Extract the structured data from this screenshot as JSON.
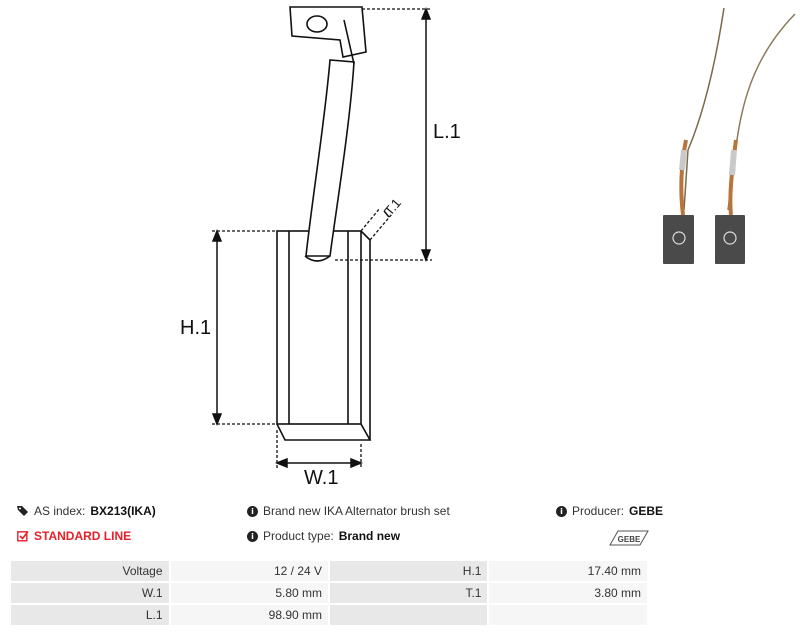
{
  "drawing": {
    "dim_length": "L.1",
    "dim_height": "H.1",
    "dim_width": "W.1",
    "dim_thickness": "T.1"
  },
  "info": {
    "as_index_label": "AS index:",
    "as_index_value": "BX213(IKA)",
    "line_label": "STANDARD LINE",
    "description": "Brand new IKA Alternator brush set",
    "product_type_label": "Product type:",
    "product_type_value": "Brand new",
    "producer_label": "Producer:",
    "producer_value": "GEBE",
    "producer_logo_text": "GEBE"
  },
  "specs": {
    "rows": [
      {
        "l1": "Voltage",
        "v1": "12 / 24 V",
        "l2": "H.1",
        "v2": "17.40 mm"
      },
      {
        "l1": "W.1",
        "v1": "5.80 mm",
        "l2": "T.1",
        "v2": "3.80 mm"
      },
      {
        "l1": "L.1",
        "v1": "98.90 mm",
        "l2": "",
        "v2": ""
      }
    ]
  },
  "colors": {
    "accent": "#e8202a",
    "label_bg": "#e8e8e8",
    "value_bg": "#f6f6f6"
  }
}
